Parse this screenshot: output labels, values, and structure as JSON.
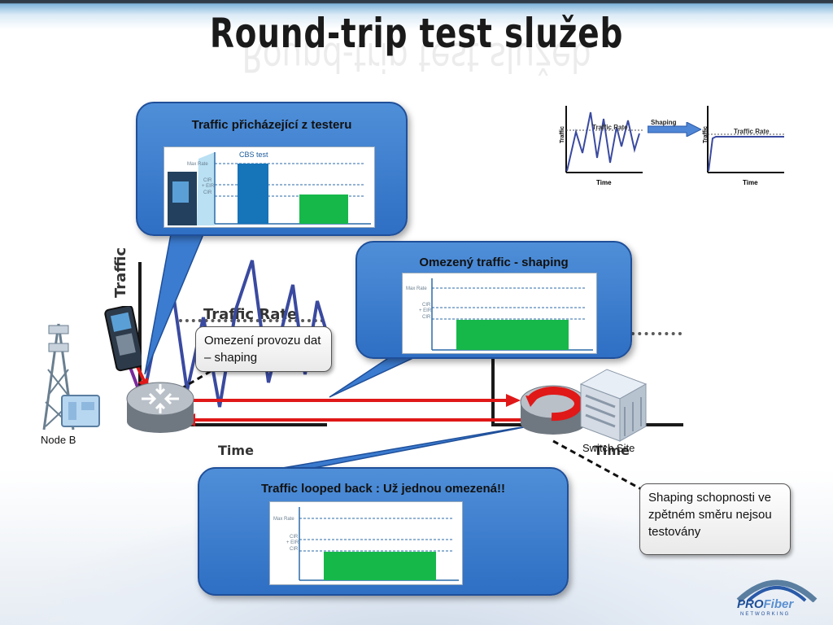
{
  "slide": {
    "title": "Round-trip test služeb"
  },
  "background_chart": {
    "left_ylabel": "Traffic",
    "left_rate_label": "Traffic Rate",
    "left_xlabel": "Time",
    "right_xlabel": "Time"
  },
  "shaping_illustration": {
    "before_rate_label": "Traffic Rate",
    "before_xlabel": "Time",
    "before_ylabel": "Traffic",
    "arrow_label": "Shaping",
    "after_rate_label": "Traffic Rate",
    "after_xlabel": "Time",
    "after_ylabel": "Traffic"
  },
  "callouts": {
    "incoming": {
      "title": "Traffic přicházející z testeru",
      "chart_title": "CBS test",
      "max_rate_label": "Max Rate",
      "cir_eir_label_1": "CIR",
      "cir_eir_label_2": "+ EIR",
      "cir_label": "CIR"
    },
    "shaped": {
      "title": "Omezený traffic - shaping",
      "max_rate_label": "Max Rate",
      "cir_eir_label_1": "CIR",
      "cir_eir_label_2": "+ EIR",
      "cir_label": "CIR"
    },
    "looped": {
      "title": "Traffic looped back : Už jednou omezená!!",
      "max_rate_label": "Max Rate",
      "cir_eir_label_1": "CIR",
      "cir_eir_label_2": "+ EIR",
      "cir_label": "CIR"
    }
  },
  "notes": {
    "limit": "Omezení provozu dat – shaping",
    "untested": "Shaping schopnosti ve zpětném směru nejsou testovány"
  },
  "sites": {
    "node_b": "Node B",
    "switch_site": "Switch Site"
  },
  "logo": {
    "brand_pro": "PRO",
    "brand_fiber": "Fiber",
    "tagline": "NETWORKING"
  },
  "colors": {
    "callout_blue": "#3b7bd0",
    "bar_blue": "#1674b8",
    "bar_green": "#16b84a",
    "loop_red": "#e01818",
    "purple_arrow": "#7a2a9a"
  }
}
